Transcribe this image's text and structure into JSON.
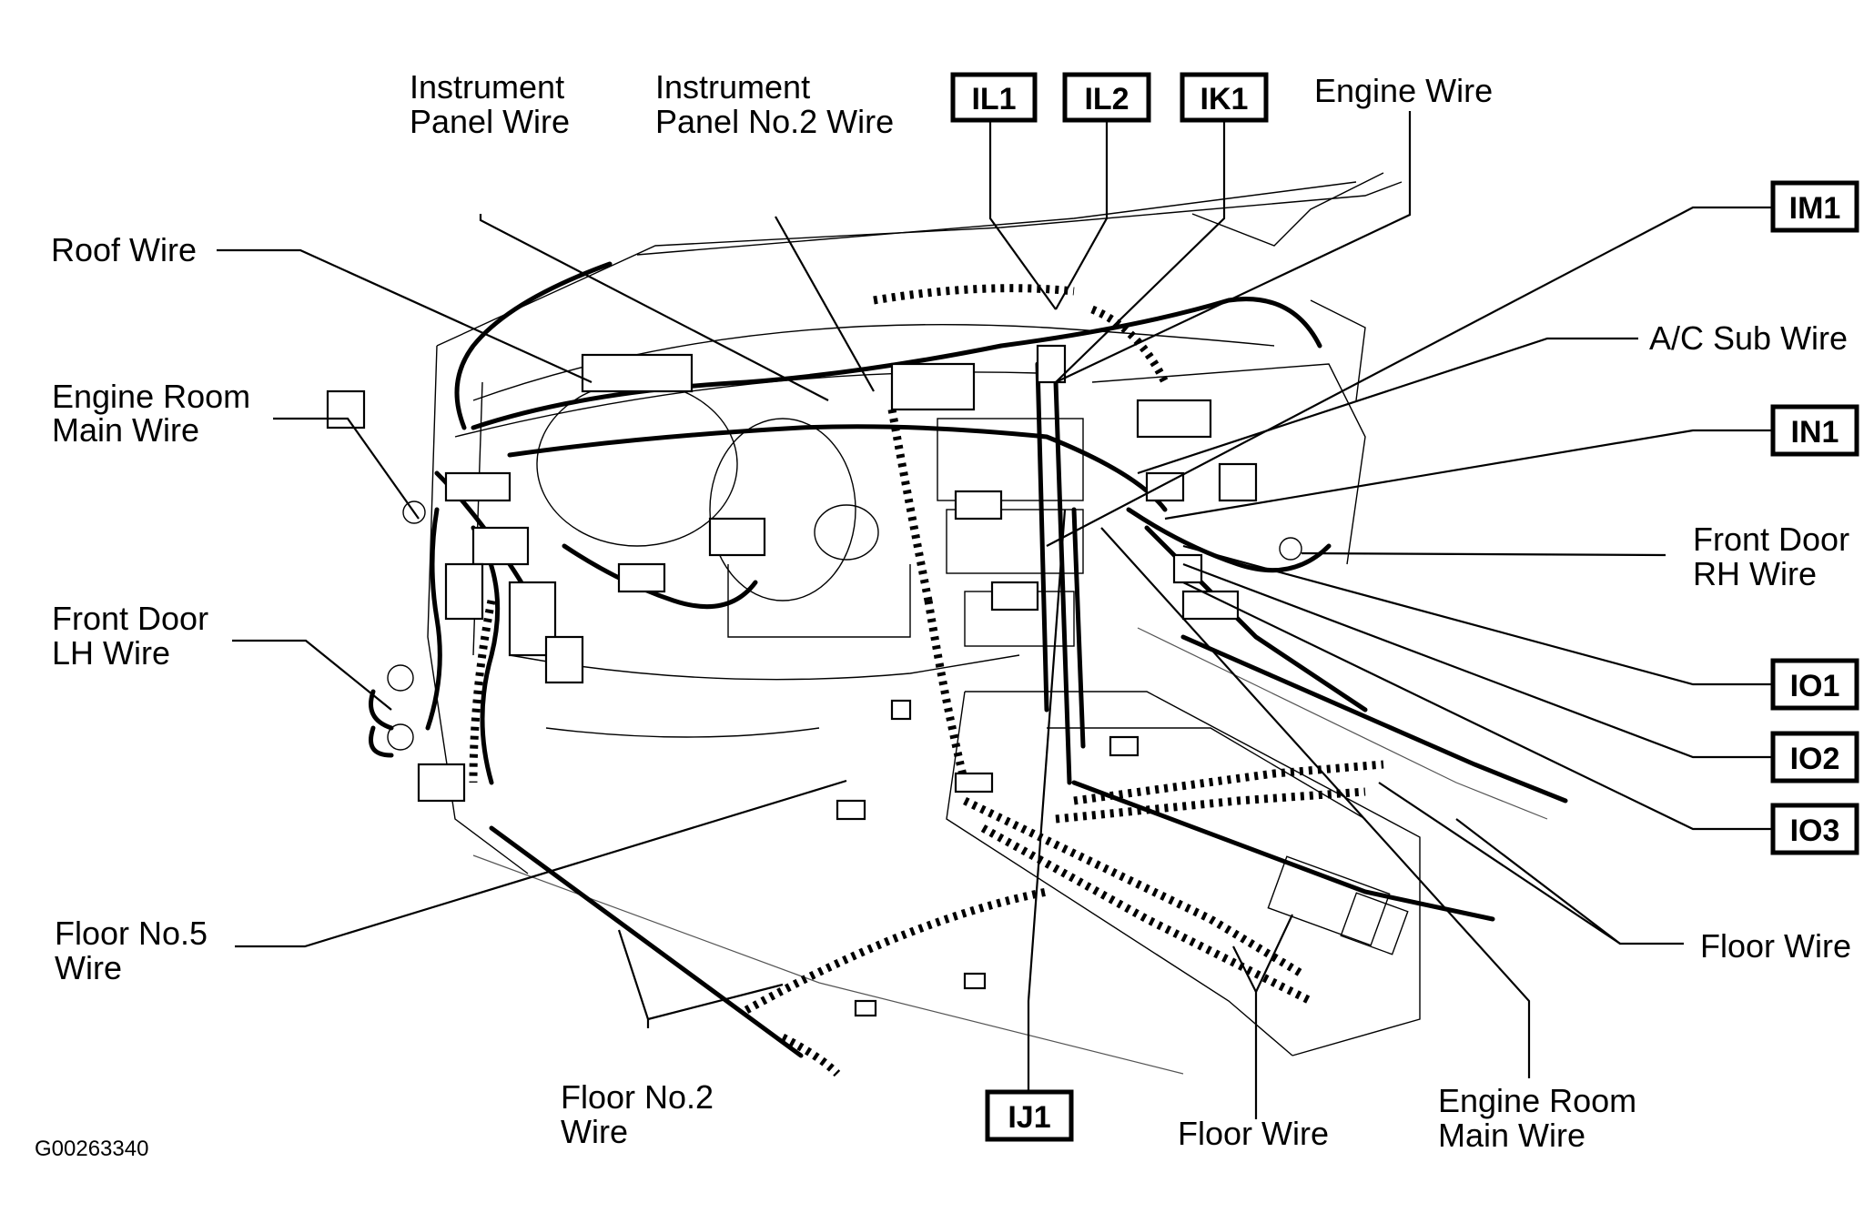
{
  "labels": {
    "instrument_panel_wire": [
      "Instrument",
      "Panel Wire"
    ],
    "instrument_panel_no2_wire": [
      "Instrument",
      "Panel No.2 Wire"
    ],
    "engine_wire": "Engine Wire",
    "roof_wire": "Roof Wire",
    "engine_room_main_wire_left": [
      "Engine Room",
      "Main Wire"
    ],
    "front_door_lh_wire": [
      "Front Door",
      "LH Wire"
    ],
    "floor_no5_wire": [
      "Floor No.5",
      "Wire"
    ],
    "floor_no2_wire": [
      "Floor No.2",
      "Wire"
    ],
    "floor_wire_bottom": "Floor Wire",
    "engine_room_main_wire_bottom": [
      "Engine Room",
      "Main Wire"
    ],
    "ac_sub_wire": "A/C Sub Wire",
    "front_door_rh_wire": [
      "Front Door",
      "RH Wire"
    ],
    "floor_wire_right": "Floor Wire"
  },
  "connectors": {
    "IL1": "IL1",
    "IL2": "IL2",
    "IK1": "IK1",
    "IM1": "IM1",
    "IN1": "IN1",
    "IO1": "IO1",
    "IO2": "IO2",
    "IO3": "IO3",
    "IJ1": "IJ1"
  },
  "figure_code": "G00263340"
}
